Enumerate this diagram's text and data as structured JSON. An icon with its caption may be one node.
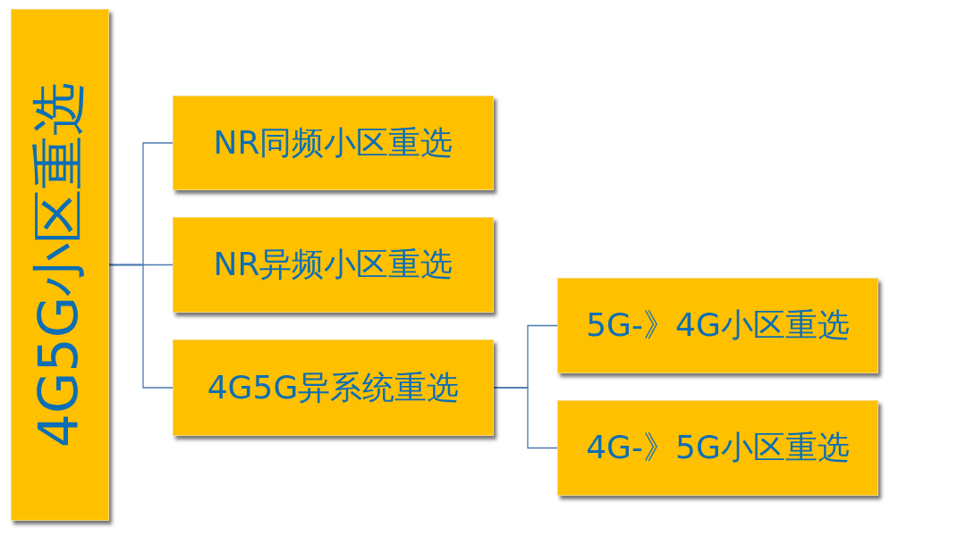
{
  "diagram": {
    "nodes": [
      {
        "text": [
          "4G5G小区重选"
        ]
      },
      {
        "text": [
          "NR同频小区重选"
        ]
      },
      {
        "text": [
          "NR异频小区重选"
        ]
      },
      {
        "text": [
          "4G5G异系统重选"
        ]
      },
      {
        "text": [
          "5G-》4G小区重选"
        ]
      },
      {
        "text": [
          "4G-》5G小区重选"
        ]
      }
    ],
    "edges": [
      {
        "from": 0,
        "to": 1,
        "arrow": "none"
      },
      {
        "from": 0,
        "to": 2,
        "arrow": "none"
      },
      {
        "from": 0,
        "to": 3,
        "arrow": "none"
      },
      {
        "from": 3,
        "to": 4,
        "arrow": "none"
      },
      {
        "from": 3,
        "to": 5,
        "arrow": "none"
      }
    ]
  }
}
